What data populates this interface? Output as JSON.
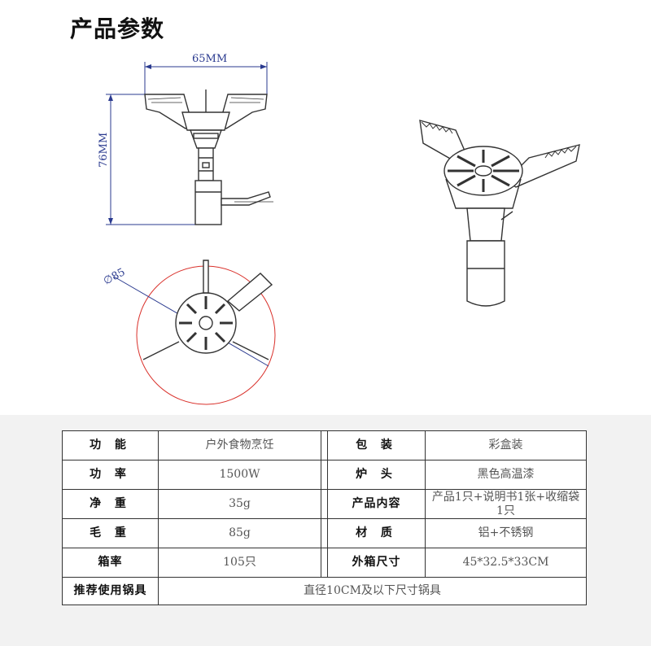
{
  "page": {
    "title": "产品参数"
  },
  "dimensions": {
    "width_label": "65MM",
    "height_label": "76MM",
    "diameter_label": "∅85"
  },
  "colors": {
    "dimension_line": "#2a3a8f",
    "circle_outline": "#d9302a",
    "table_border": "#333333",
    "band": "#f2f2f2"
  },
  "specs": {
    "rows": [
      {
        "l1": "功  能",
        "v1": "户外食物烹饪",
        "l2": "包  装",
        "v2": "彩盒装"
      },
      {
        "l1": "功  率",
        "v1": "1500W",
        "l2": "炉 头",
        "v2": "黑色高温漆"
      },
      {
        "l1": "净  重",
        "v1": "35g",
        "l2": "产品内容",
        "v2": "产品1只+说明书1张+收缩袋1只"
      },
      {
        "l1": "毛  重",
        "v1": "85g",
        "l2": "材  质",
        "v2": "铝+不锈钢"
      },
      {
        "l1": "箱率",
        "v1": "105只",
        "l2": "外箱尺寸",
        "v2": "45*32.5*33CM"
      }
    ],
    "footer": {
      "label": "推荐使用锅具",
      "value": "直径10CM及以下尺寸锅具"
    }
  }
}
